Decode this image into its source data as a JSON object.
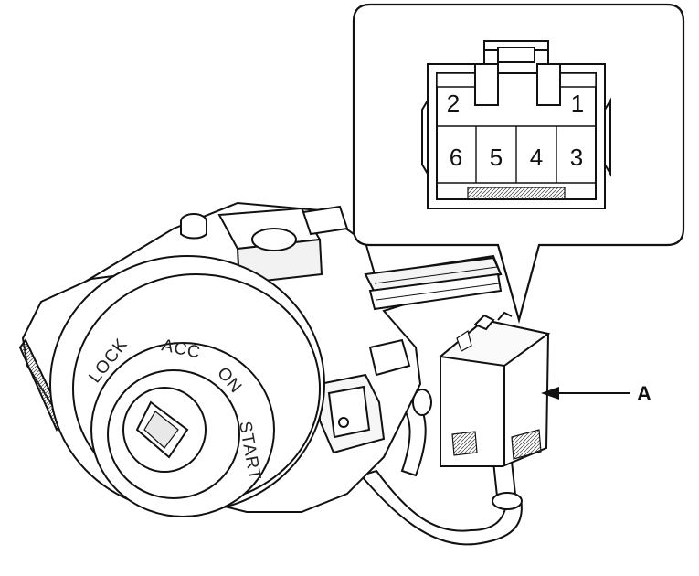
{
  "connector_pins": {
    "top_row": [
      "2",
      "1"
    ],
    "bottom_row": [
      "6",
      "5",
      "4",
      "3"
    ]
  },
  "cylinder_positions": [
    "LOCK",
    "ACC",
    "ON",
    "START"
  ],
  "callout": {
    "label": "A"
  }
}
